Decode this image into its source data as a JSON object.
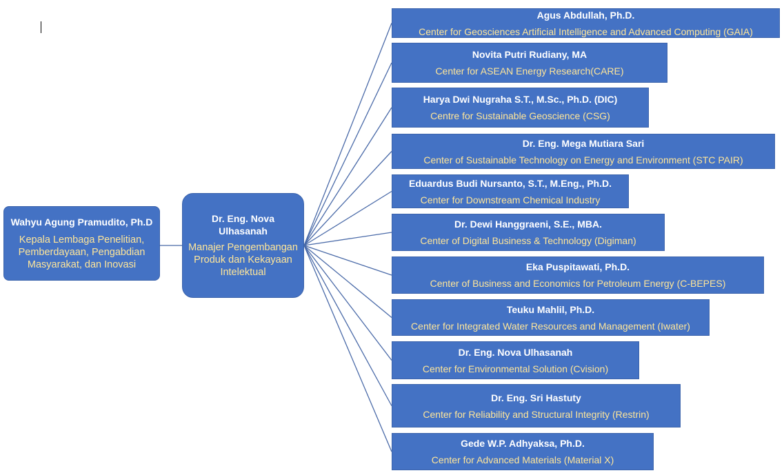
{
  "root": {
    "name": "Wahyu Agung Pramudito, Ph.D",
    "title": "Kepala Lembaga Penelitian, Pemberdayaan, Pengabdian Masyarakat, dan Inovasi"
  },
  "manager": {
    "name": "Dr. Eng. Nova Ulhasanah",
    "title": "Manajer Pengembangan Produk dan Kekayaan Intelektual"
  },
  "centers": [
    {
      "name": "Agus Abdullah, Ph.D.",
      "unit": "Center for Geosciences Artificial Intelligence and Advanced Computing (GAIA)"
    },
    {
      "name": "Novita Putri Rudiany, MA",
      "unit": "Center for ASEAN Energy Research(CARE)"
    },
    {
      "name": "Harya Dwi Nugraha S.T., M.Sc., Ph.D. (DIC)",
      "unit": "Centre for Sustainable Geoscience (CSG)"
    },
    {
      "name": "Dr. Eng. Mega Mutiara Sari",
      "unit": "Center of Sustainable Technology on Energy and Environment (STC PAIR)"
    },
    {
      "name": "Eduardus Budi Nursanto, S.T., M.Eng., Ph.D.",
      "unit": "Center for Downstream Chemical Industry"
    },
    {
      "name": "Dr. Dewi Hanggraeni, S.E., MBA.",
      "unit": "Center of Digital Business & Technology (Digiman)"
    },
    {
      "name": "Eka Puspitawati, Ph.D.",
      "unit": "Center of Business and Economics for Petroleum Energy (C-BEPES)"
    },
    {
      "name": "Teuku Mahlil, Ph.D.",
      "unit": "Center for Integrated Water Resources and Management (Iwater)"
    },
    {
      "name": "Dr. Eng. Nova Ulhasanah",
      "unit": "Center for Environmental Solution (Cvision)"
    },
    {
      "name": "Dr. Eng. Sri Hastuty",
      "unit": "Center for Reliability and Structural Integrity (Restrin)"
    },
    {
      "name": "Gede W.P. Adhyaksa, Ph.D.",
      "unit": "Center for Advanced Materials (Material X)"
    }
  ],
  "colors": {
    "box_fill": "#4472c4",
    "name_text": "#ffffff",
    "unit_text": "#ffe699",
    "connector": "#4a6aa8"
  }
}
